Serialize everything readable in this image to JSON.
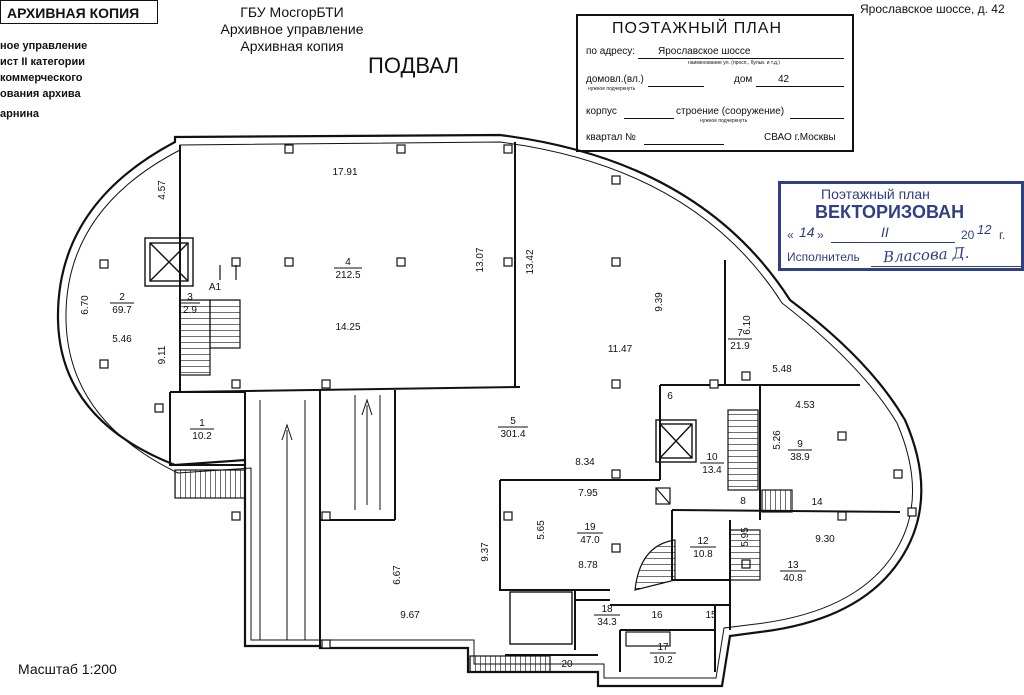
{
  "header": {
    "archive_copy": "АРХИВНАЯ КОПИЯ",
    "org": "ГБУ МосгорБТИ",
    "dept": "Архивное управление",
    "copy": "Архивная копия",
    "floor": "ПОДВАЛ",
    "address_top": "Ярославское шоссе, д. 42",
    "scale": "Масштаб 1:200",
    "side_lines": [
      "ное управление",
      "ист II категории",
      "коммерческого",
      "ования архива",
      "арнина"
    ]
  },
  "stamp": {
    "title": "ПОЭТАЖНЫЙ ПЛАН",
    "addr_label": "по адресу:",
    "addr_value": "Ярославское шоссе",
    "addr_note": "наименование ул. (просп., бульв. и т.д.)",
    "dom_label": "домовл.(вл.)",
    "dom_mid": "дом",
    "dom_value": "42",
    "dom_note": "нужное подчеркнуть",
    "korp_label": "корпус",
    "stroenie_label": "строение (сооружение)",
    "stroenie_note": "нужное подчеркнуть",
    "kvartal_label": "квартал №",
    "okrug": "СВАО г.Москвы"
  },
  "vector_stamp": {
    "title": "Поэтажный план",
    "status": "ВЕКТОРИЗОВАН",
    "day": "14",
    "month": "II",
    "year_prefix": "20",
    "year_suffix": "12",
    "year_end": "г.",
    "executor_label": "Исполнитель",
    "executor_sign": "Власова Д."
  },
  "rooms": [
    {
      "num": "1",
      "area": "10.2"
    },
    {
      "num": "2",
      "area": "69.7"
    },
    {
      "num": "3",
      "area": "2.9"
    },
    {
      "num": "4",
      "area": "212.5"
    },
    {
      "num": "5",
      "area": "301.4"
    },
    {
      "num": "6",
      "area": ""
    },
    {
      "num": "7",
      "area": "21.9"
    },
    {
      "num": "8",
      "area": ""
    },
    {
      "num": "9",
      "area": "38.9"
    },
    {
      "num": "10",
      "area": "13.4"
    },
    {
      "num": "12",
      "area": "10.8"
    },
    {
      "num": "13",
      "area": "40.8"
    },
    {
      "num": "14",
      "area": ""
    },
    {
      "num": "15",
      "area": ""
    },
    {
      "num": "16",
      "area": ""
    },
    {
      "num": "17",
      "area": "10.2"
    },
    {
      "num": "18",
      "area": "34.3"
    },
    {
      "num": "19",
      "area": "47.0"
    },
    {
      "num": "20",
      "area": ""
    }
  ],
  "extra_labels": {
    "a1": "А1"
  },
  "dimensions": [
    "4.57",
    "6.70",
    "5.46",
    "9.11",
    "17.91",
    "13.07",
    "13.42",
    "14.25",
    "9.39",
    "11.47",
    "6.10",
    "5.48",
    "4.53",
    "5.26",
    "8.34",
    "7.95",
    "5.65",
    "9.37",
    "8.78",
    "6.67",
    "9.67",
    "5.95",
    "9.30"
  ]
}
